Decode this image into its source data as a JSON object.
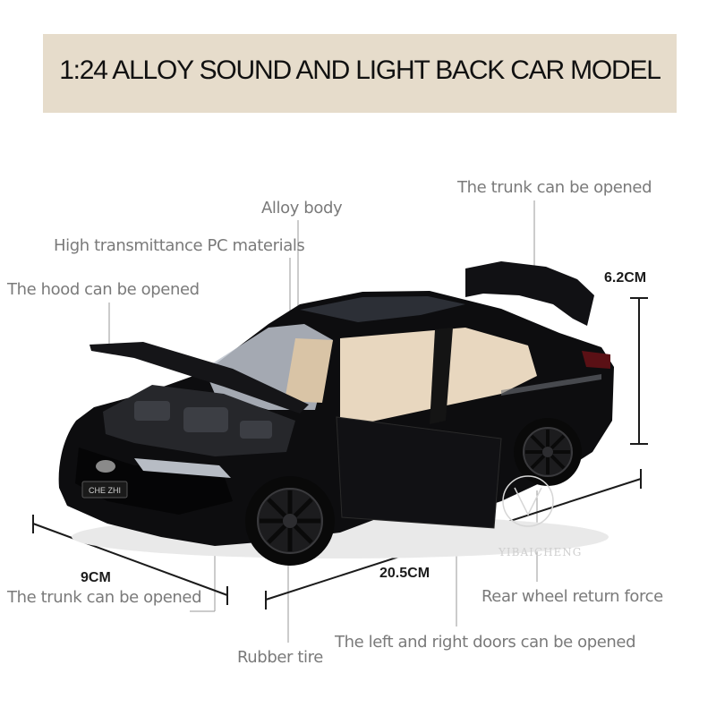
{
  "banner": {
    "title": "1:24 ALLOY SOUND AND LIGHT BACK CAR MODEL"
  },
  "labels": {
    "alloy_body": "Alloy body",
    "trunk_opened_top": "The trunk can be opened",
    "pc_materials": "High transmittance PC materials",
    "hood_opened": "The hood can be opened",
    "trunk_opened_bottom": "The trunk can be opened",
    "rear_wheel": "Rear wheel return force",
    "rubber_tire": "Rubber tire",
    "doors_opened": "The left and right doors can be opened"
  },
  "dimensions": {
    "height": "6.2CM",
    "width": "9CM",
    "length": "20.5CM"
  },
  "product": {
    "plate_text": "CHE ZHI",
    "body_color": "#0d0d0f",
    "interior_color": "#e8d7bf"
  },
  "watermark": {
    "brand": "YIBAICHENG"
  }
}
